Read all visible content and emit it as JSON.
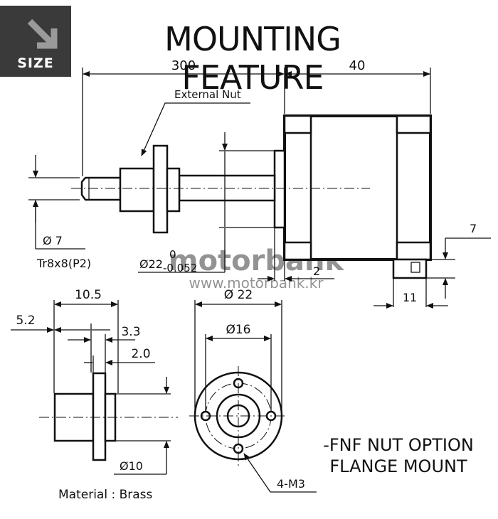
{
  "badge": {
    "label": "SIZE",
    "icon": "arrow-down-right-icon",
    "color": "#3a3a3a"
  },
  "title": "MOUNTING FEATURE",
  "watermark": {
    "brand": "motorbank",
    "url": "www.motorbank.kr"
  },
  "motor_view": {
    "dim_length": "300",
    "dim_body": "40",
    "label_external_nut": "External Nut",
    "dim_shaft_dia": "Ø 7",
    "thread_spec": "Tr8x8(P2)",
    "dim_boss_dia": "Ø22",
    "tol_upper": "0",
    "tol_lower": "-0.052",
    "dim_boss_depth": "2",
    "dim_connector_height": "7",
    "dim_connector_width": "11"
  },
  "nut_side_view": {
    "dim_total_length": "10.5",
    "dim_left_offset": "5.2",
    "dim_flange_pos": "3.3",
    "dim_flange_thickness": "2.0",
    "dim_body_dia": "Ø10",
    "material": "Material : Brass"
  },
  "nut_front_view": {
    "dim_flange_dia": "Ø 22",
    "dim_pcd": "Ø16",
    "holes_label": "4-M3"
  },
  "option_label": {
    "line1": "-FNF NUT OPTION",
    "line2": "FLANGE MOUNT"
  }
}
